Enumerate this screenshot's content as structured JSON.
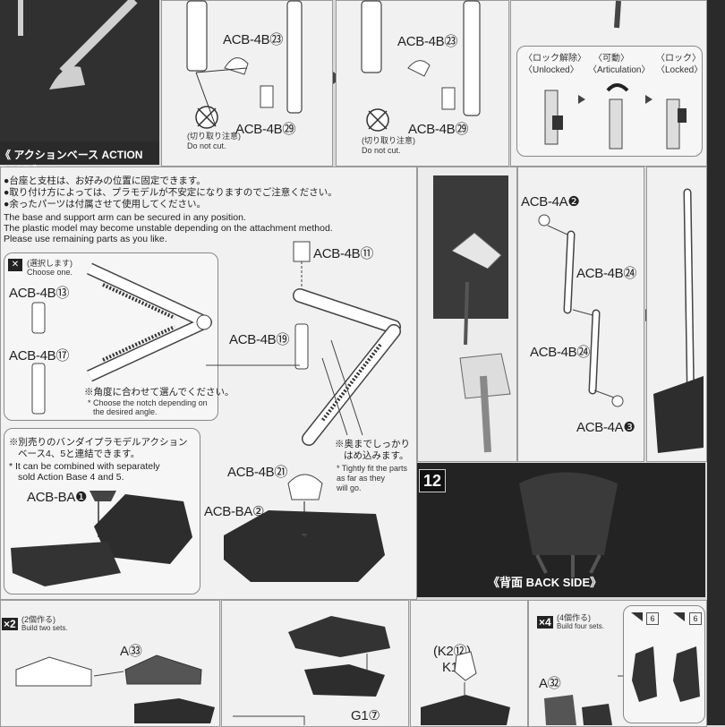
{
  "top": {
    "parts": {
      "acb4b23_a": "ACB-4B㉓",
      "acb4b29_a": "ACB-4B㉙",
      "acb4b23_b": "ACB-4B㉓",
      "acb4b29_b": "ACB-4B㉙"
    },
    "do_not_cut_jp": "(切り取り注意)",
    "do_not_cut_en": "Do not cut.",
    "action_base_title": "《 アクションベース ACTION BASE 》",
    "lock_states": {
      "unlocked_jp": "〈ロック解除〉",
      "unlocked_en": "〈Unlocked〉",
      "articulation_jp": "〈可動〉",
      "articulation_en": "〈Articulation〉",
      "locked_jp": "〈ロック〉",
      "locked_en": "〈Locked〉"
    }
  },
  "middle": {
    "notes_jp": [
      "●台座と支柱は、お好みの位置に固定できます。",
      "●取り付け方によっては、プラモデルが不安定になりますのでご注意ください。",
      "●余ったパーツは付属させて使用してください。"
    ],
    "notes_en": [
      "The base and support arm can be secured in any position.",
      "The plastic model may become unstable depending on the attachment method.",
      "Please use remaining parts as you like."
    ],
    "choose_jp": "(選択します)",
    "choose_en": "Choose one.",
    "acb4b13": "ACB-4B⑬",
    "acb4b17": "ACB-4B⑰",
    "angle_jp": "※角度に合わせて選んでください。",
    "angle_en1": "* Choose the notch depending on",
    "angle_en2": "the desired angle.",
    "acb4b11": "ACB-4B⑪",
    "acb4b19": "ACB-4B⑲",
    "acb4b21": "ACB-4B㉑",
    "acbba2": "ACB-BA②",
    "tight_jp1": "※奥までしっかり",
    "tight_jp2": "はめ込みます。",
    "tight_en1": "* Tightly fit the parts",
    "tight_en2": "as far as they",
    "tight_en3": "will go.",
    "combine_jp1": "※別売りのバンダイプラモデルアクション",
    "combine_jp2": "ベース4、5と連結できます。",
    "combine_en1": "* It can be combined with separately",
    "combine_en2": "sold Action Base 4 and 5.",
    "acbba1": "ACB-BA❶",
    "acb4a2": "ACB-4A❷",
    "acb4b24_a": "ACB-4B㉔",
    "acb4b24_b": "ACB-4B㉔",
    "acb4a3": "ACB-4A❸",
    "step_number": "12",
    "back_side": "《背面 BACK SIDE》"
  },
  "bottom": {
    "x2_badge": "×2",
    "x2_jp": "(2個作る)",
    "x2_en": "Build two sets.",
    "a33": "A㉝",
    "k2": "(K2⑫)",
    "k1": "K1⑫",
    "g17": "G1⑦",
    "x4_badge": "×4",
    "x4_jp": "(4個作る)",
    "x4_en": "Build four sets.",
    "a32": "A㉜",
    "part_count_6a": "6",
    "part_count_6b": "6"
  }
}
